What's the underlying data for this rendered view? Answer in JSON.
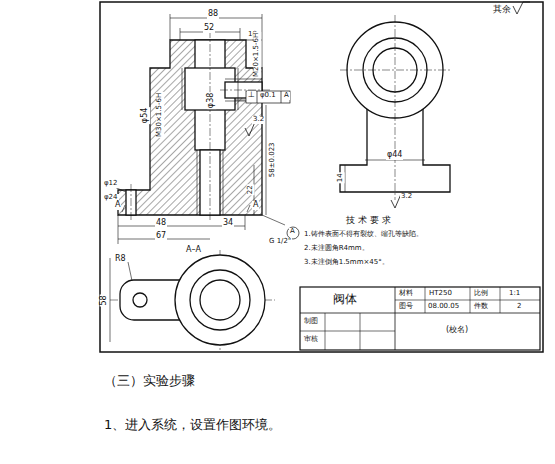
{
  "diagram": {
    "labels": [
      "其余",
      "88",
      "52",
      "18",
      "M20×1.5-6H",
      "φ54",
      "M30×1.5-6H",
      "φ38",
      "φ12",
      "φ24",
      "A",
      "A",
      "48",
      "34",
      "67",
      "22",
      "58±0.023",
      "G 1/2\"",
      "⊥",
      "φ0.1",
      "A",
      "3.2",
      "A",
      "A–A",
      "R8",
      "58",
      "φ44",
      "14",
      "3.2",
      "技 术 要 求",
      "1.铸件表面不得有裂纹、缩孔等缺陷。",
      "2.未注圆角R4mm。",
      "3.未注倒角1.5mm×45°。",
      "阀体",
      "材料",
      "HT250",
      "比例",
      "1:1",
      "图号",
      "08.00.05",
      "件数",
      "2",
      "制图",
      "审核",
      "(校名)",
      "（三）实验步骤",
      "1、进入系统，设置作图环境。"
    ]
  }
}
